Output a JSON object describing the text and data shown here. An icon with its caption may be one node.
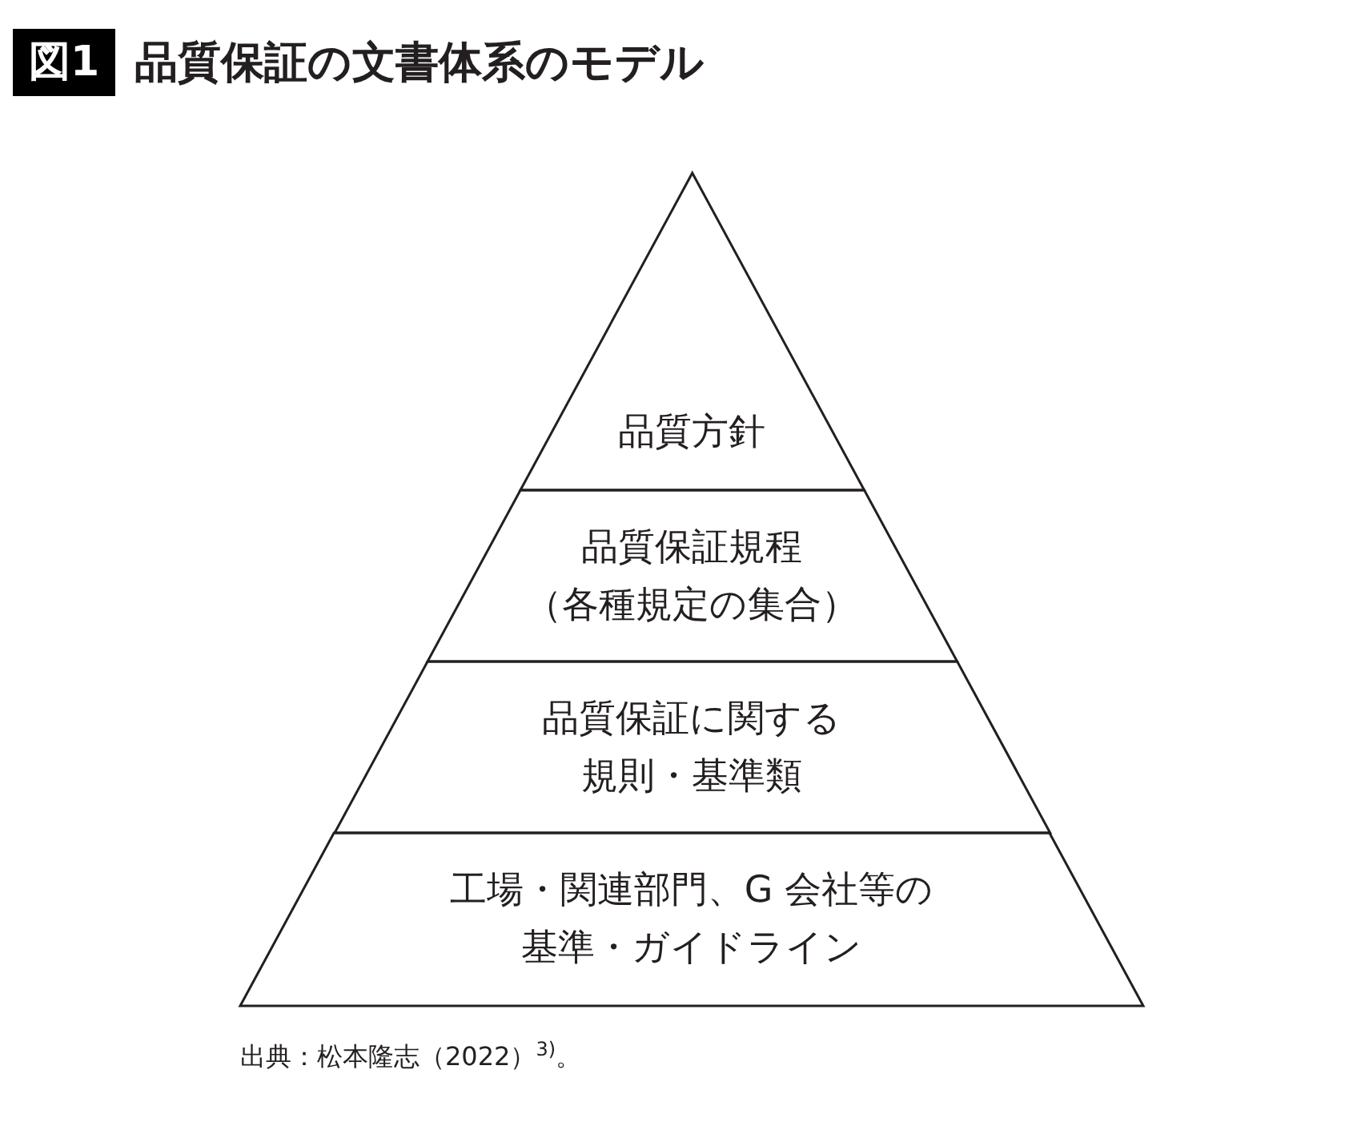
{
  "diagram": {
    "title": "品質保証の文書体系のモデル",
    "caption": "出典：松本隆志（2022）$^{3)}$。",
    "labels": [
      "図1"
    ],
    "nodes": [
      {
        "text": [
          "品質方針"
        ]
      },
      {
        "text": [
          "品質保証規程",
          "（各種規定の集合）"
        ]
      },
      {
        "text": [
          "品質保証に関する",
          "規則・基準類"
        ]
      },
      {
        "text": [
          "工場・関連部門、G 会社等の",
          "基準・ガイドライン"
        ]
      }
    ]
  }
}
